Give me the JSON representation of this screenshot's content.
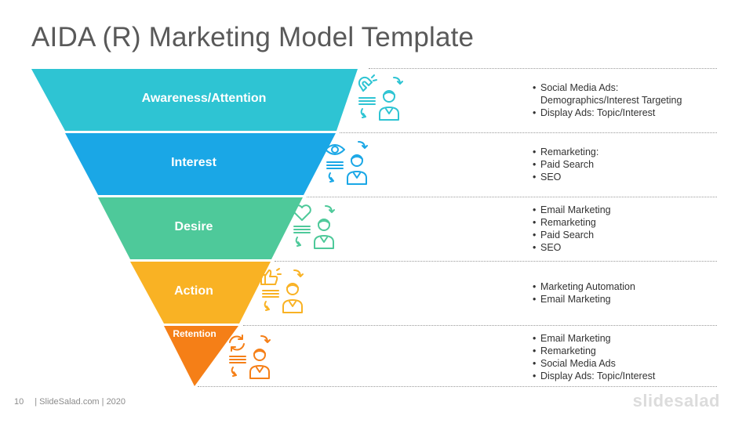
{
  "title": "AIDA (R) Marketing Model Template",
  "stages": [
    {
      "label": "Awareness/Attention",
      "color": "#2ec4d3",
      "icon": "magnet-user-icon",
      "bullets": [
        "Social Media Ads:",
        "Demographics/Interest  Targeting",
        "Display Ads: Topic/Interest"
      ]
    },
    {
      "label": "Interest",
      "color": "#1aa7e6",
      "icon": "eye-user-icon",
      "bullets": [
        "Remarketing:",
        "Paid Search",
        "SEO"
      ]
    },
    {
      "label": "Desire",
      "color": "#4ec99a",
      "icon": "heart-user-icon",
      "bullets": [
        "Email Marketing",
        "Remarketing",
        "Paid Search",
        "SEO"
      ]
    },
    {
      "label": "Action",
      "color": "#f9b224",
      "icon": "thumbs-up-user-icon",
      "bullets": [
        "Marketing Automation",
        "Email Marketing"
      ]
    },
    {
      "label": "Retention",
      "color": "#f57f17",
      "icon": "refresh-user-icon",
      "bullets": [
        "Email Marketing",
        "Remarketing",
        "Social Media Ads",
        "Display Ads: Topic/Interest"
      ]
    }
  ],
  "footer": {
    "page_number": "10",
    "credit": "| SlideSalad.com | 2020"
  },
  "brand": "slidesalad"
}
